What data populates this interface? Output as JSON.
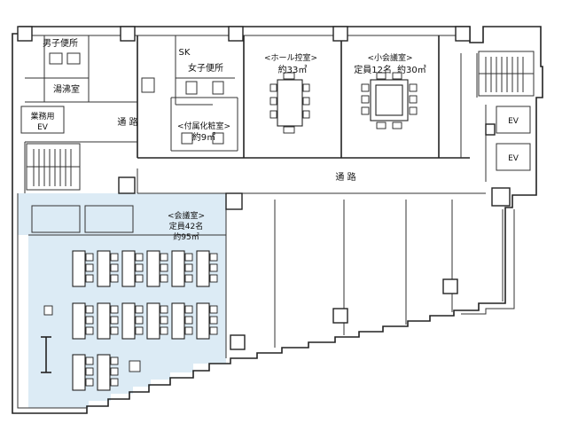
{
  "rooms": {
    "mens_restroom": "男子便所",
    "kitchenette": "湯沸室",
    "sk": "SK",
    "womens_restroom": "女子便所",
    "service_ev_line1": "業務用",
    "service_ev_line2": "EV",
    "corridor_upper": "通 路",
    "annex_room_name": "<付属化粧室>",
    "annex_room_area": "約9㎡",
    "hall_anteroom_name": "<ホール控室>",
    "hall_anteroom_area": "約33㎡",
    "small_meeting_name": "<小会議室>",
    "small_meeting_capacity": "定員12名",
    "small_meeting_area": "約30㎡",
    "ev1": "EV",
    "ev2": "EV",
    "corridor_lower": "通 路",
    "meeting_room_name": "<会議室>",
    "meeting_room_capacity": "定員42名",
    "meeting_room_area": "約95㎡"
  },
  "colors": {
    "meeting_room_fill": "#dcebf5",
    "wall": "#222222",
    "background": "#ffffff"
  }
}
